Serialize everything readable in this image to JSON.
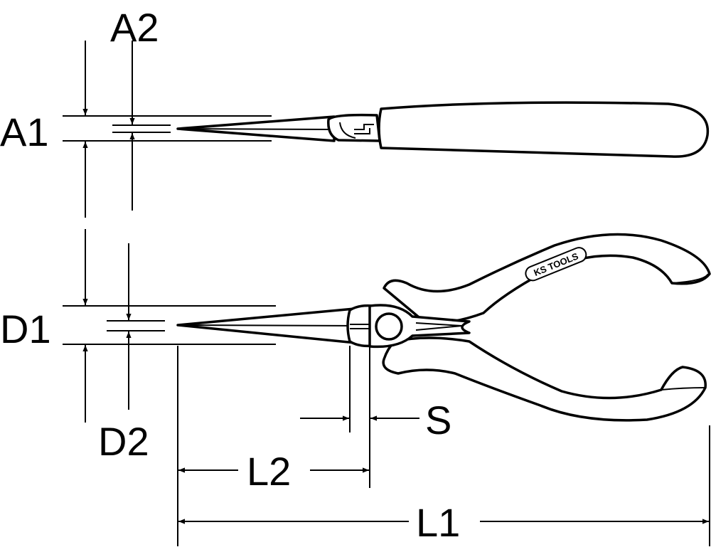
{
  "dimensions": {
    "a1": "A1",
    "a2": "A2",
    "d1": "D1",
    "d2": "D2",
    "s": "S",
    "l1": "L1",
    "l2": "L2"
  },
  "brand_logo": "KS TOOLS"
}
